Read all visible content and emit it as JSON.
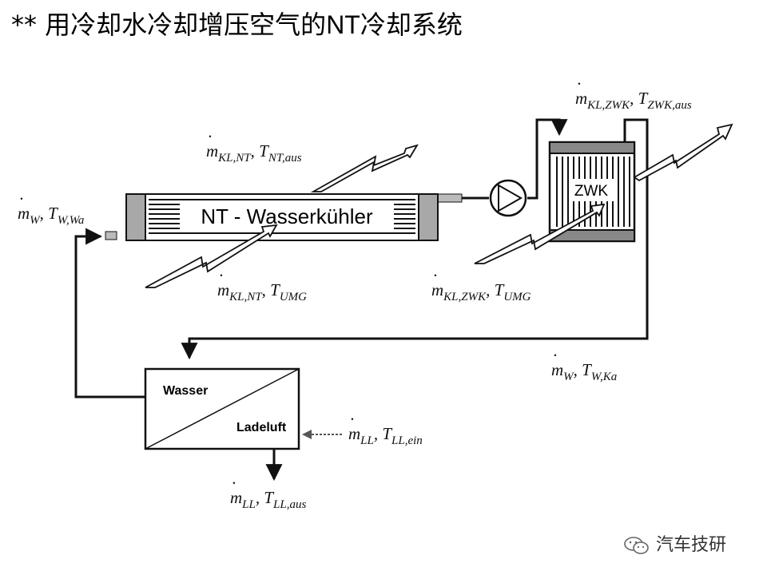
{
  "title": {
    "prefix": "** ",
    "part1": "用冷却水冷却增压空气的",
    "latin": "NT",
    "part2": "冷却系统"
  },
  "components": {
    "nt_cooler": "NT - Wasserkühler",
    "zwk": "ZWK",
    "box_water": "Wasser",
    "box_air": "Ladeluft"
  },
  "labels": {
    "mw_twa": {
      "m": "m",
      "m_sub": "W",
      "t": "T",
      "t_sub": "W,Wa"
    },
    "nt_out": {
      "m": "m",
      "m_sub": "KL,NT",
      "t": "T",
      "t_sub": "NT,aus"
    },
    "nt_in": {
      "m": "m",
      "m_sub": "KL,NT",
      "t": "T",
      "t_sub": "UMG"
    },
    "zwk_out": {
      "m": "m",
      "m_sub": "KL,ZWK",
      "t": "T",
      "t_sub": "ZWK,aus"
    },
    "zwk_in": {
      "m": "m",
      "m_sub": "KL,ZWK",
      "t": "T",
      "t_sub": "UMG"
    },
    "mw_tka": {
      "m": "m",
      "m_sub": "W",
      "t": "T",
      "t_sub": "W,Ka"
    },
    "ll_in": {
      "m": "m",
      "m_sub": "LL",
      "t": "T",
      "t_sub": "LL,ein"
    },
    "ll_out": {
      "m": "m",
      "m_sub": "LL",
      "t": "T",
      "t_sub": "LL,aus"
    }
  },
  "watermark": "汽车技研"
}
